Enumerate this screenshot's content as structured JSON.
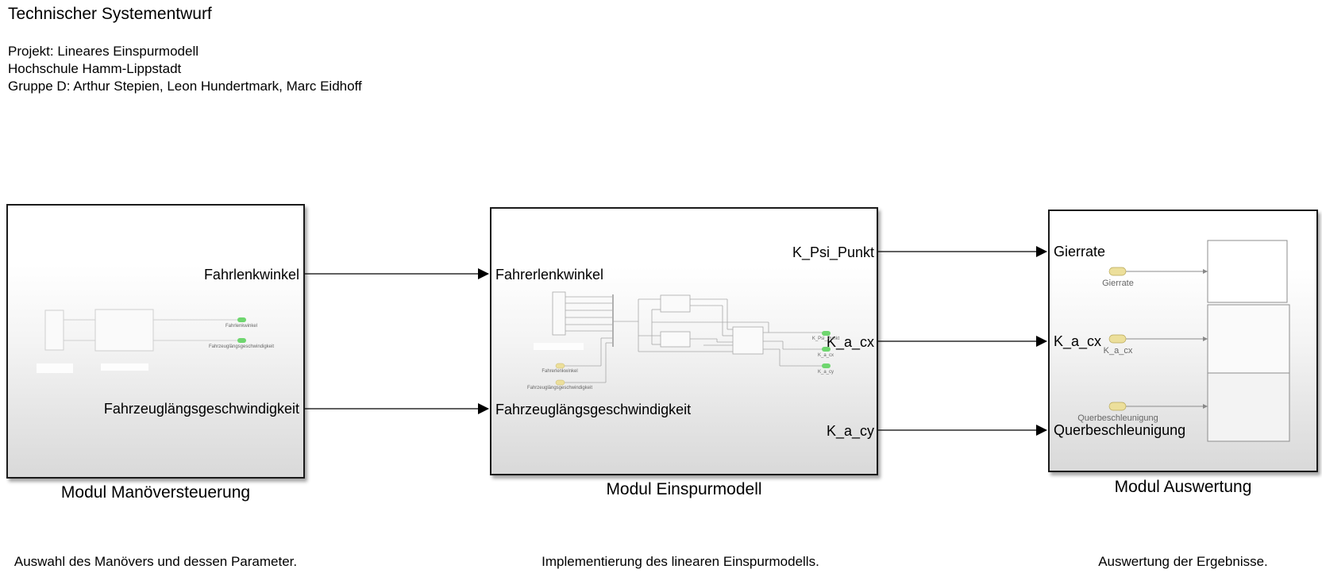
{
  "header": {
    "title": "Technischer Systementwurf",
    "lines": [
      "Projekt: Lineares Einspurmodell",
      "Hochschule Hamm-Lippstadt",
      "Gruppe D: Arthur Stepien, Leon Hundertmark, Marc Eidhoff"
    ]
  },
  "modules": [
    {
      "id": "manoeversteuerung",
      "title": "Modul Manöversteuerung",
      "description": "Auswahl des Manövers und dessen Parameter.",
      "inputs": [],
      "outputs": [
        "Fahrlenkwinkel",
        "Fahrzeuglängsgeschwindigkeit"
      ],
      "internal_tags": [
        "Fahrlenkwinkel",
        "Fahrzeuglängsgeschwindigkeit"
      ]
    },
    {
      "id": "einspurmodell",
      "title": "Modul Einspurmodell",
      "description": "Implementierung des linearen Einspurmodells.",
      "inputs": [
        "Fahrerlenkwinkel",
        "Fahrzeuglängsgeschwindigkeit"
      ],
      "outputs": [
        "K_Psi_Punkt",
        "K_a_cx",
        "K_a_cy"
      ],
      "internal_from_tags": [
        "Fahrerlenkwinkel",
        "Fahrzeuglängsgeschwindigkeit"
      ],
      "internal_goto_tags": [
        "K_Psi_Punkt",
        "K_a_cx",
        "K_a_cy"
      ]
    },
    {
      "id": "auswertung",
      "title": "Modul Auswertung",
      "description": "Auswertung der Ergebnisse.",
      "inputs": [
        "Gierrate",
        "K_a_cx",
        "Querbeschleunigung"
      ],
      "outputs": [],
      "internal_from_tags": [
        "Gierrate",
        "K_a_cx",
        "Querbeschleunigung"
      ]
    }
  ],
  "colors": {
    "goto_tag": "#6fd66f",
    "from_tag": "#ecdf9b",
    "line": "#000000",
    "internal_line": "#9a9a9a"
  }
}
